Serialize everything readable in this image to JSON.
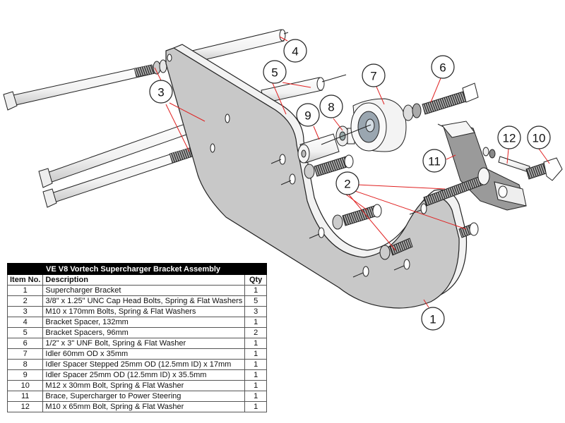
{
  "diagram": {
    "description": "Exploded isometric view of supercharger bracket assembly",
    "colors": {
      "bracket_face": "#c8c8c8",
      "bracket_edge": "#f0f0f0",
      "outline": "#222222",
      "leader_line": "#e02020",
      "brace": "#9a9a9a"
    },
    "callouts": [
      {
        "label": "1"
      },
      {
        "label": "2"
      },
      {
        "label": "3"
      },
      {
        "label": "4"
      },
      {
        "label": "5"
      },
      {
        "label": "6"
      },
      {
        "label": "7"
      },
      {
        "label": "8"
      },
      {
        "label": "9"
      },
      {
        "label": "10"
      },
      {
        "label": "11"
      },
      {
        "label": "12"
      }
    ]
  },
  "bom": {
    "title": "VE V8 Vortech Supercharger Bracket Assembly",
    "headers": {
      "item": "Item No.",
      "description": "Description",
      "qty": "Qty"
    },
    "rows": [
      {
        "item": "1",
        "description": "Supercharger Bracket",
        "qty": "1"
      },
      {
        "item": "2",
        "description": "3/8\" x 1.25\" UNC Cap Head Bolts, Spring & Flat Washers",
        "qty": "5"
      },
      {
        "item": "3",
        "description": "M10 x 170mm Bolts, Spring & Flat Washers",
        "qty": "3"
      },
      {
        "item": "4",
        "description": "Bracket Spacer, 132mm",
        "qty": "1"
      },
      {
        "item": "5",
        "description": "Bracket Spacers, 96mm",
        "qty": "2"
      },
      {
        "item": "6",
        "description": "1/2\" x 3\" UNF Bolt, Spring & Flat Washer",
        "qty": "1"
      },
      {
        "item": "7",
        "description": "Idler 60mm OD x 35mm",
        "qty": "1"
      },
      {
        "item": "8",
        "description": "Idler Spacer Stepped 25mm OD (12.5mm ID) x 17mm",
        "qty": "1"
      },
      {
        "item": "9",
        "description": "Idler Spacer 25mm OD (12.5mm ID) x 35.5mm",
        "qty": "1"
      },
      {
        "item": "10",
        "description": "M12 x 30mm Bolt, Spring & Flat Washer",
        "qty": "1"
      },
      {
        "item": "11",
        "description": "Brace, Supercharger to Power Steering",
        "qty": "1"
      },
      {
        "item": "12",
        "description": "M10 x 65mm Bolt, Spring & Flat Washer",
        "qty": "1"
      }
    ]
  }
}
